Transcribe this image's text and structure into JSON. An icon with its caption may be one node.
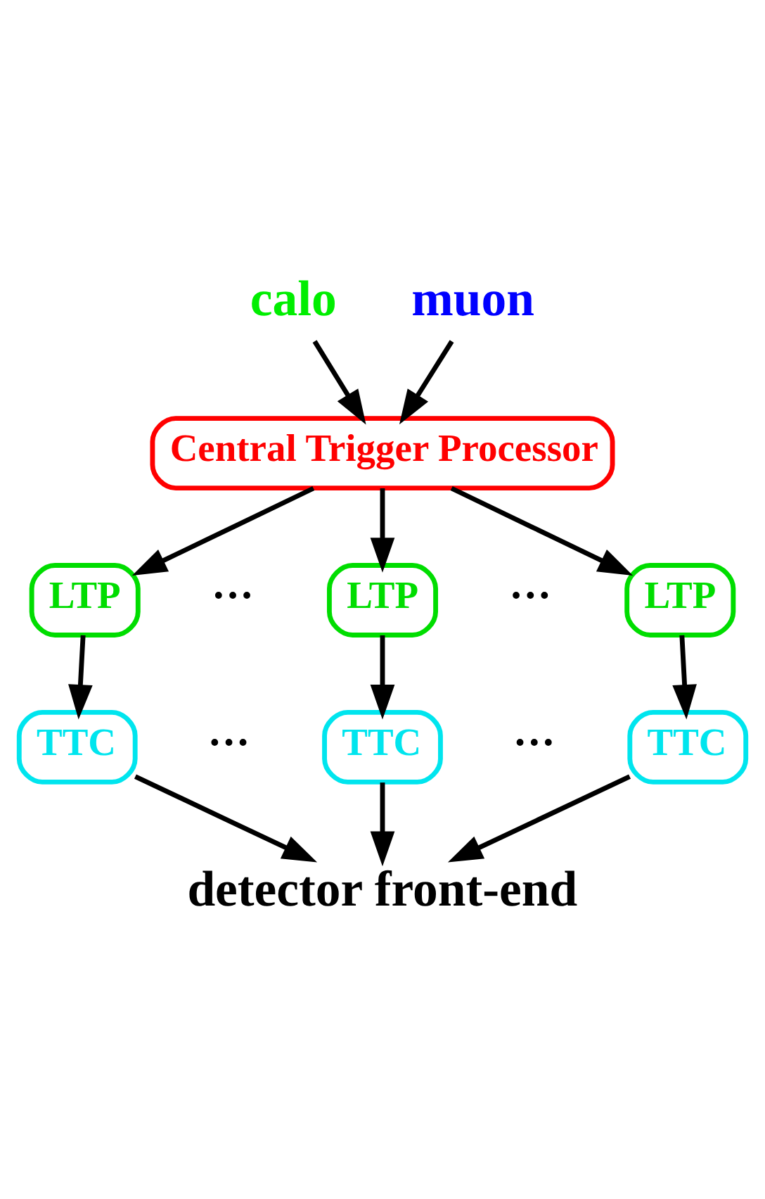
{
  "diagram": {
    "nodes": [
      {
        "text": [
          "calo"
        ]
      },
      {
        "text": [
          "muon"
        ]
      },
      {
        "text": [
          "Central Trigger Processor"
        ]
      },
      {
        "text": [
          "LTP"
        ]
      },
      {
        "text": [
          "LTP"
        ]
      },
      {
        "text": [
          "LTP"
        ]
      },
      {
        "text": [
          "TTC"
        ]
      },
      {
        "text": [
          "TTC"
        ]
      },
      {
        "text": [
          "TTC"
        ]
      },
      {
        "text": [
          "detector front-end"
        ]
      }
    ],
    "edges": [
      {
        "from": 0,
        "to": 2,
        "arrow": "to"
      },
      {
        "from": 1,
        "to": 2,
        "arrow": "to"
      },
      {
        "from": 2,
        "to": 3,
        "arrow": "to"
      },
      {
        "from": 2,
        "to": 4,
        "arrow": "to"
      },
      {
        "from": 2,
        "to": 5,
        "arrow": "to"
      },
      {
        "from": 3,
        "to": 6,
        "arrow": "to"
      },
      {
        "from": 4,
        "to": 7,
        "arrow": "to"
      },
      {
        "from": 5,
        "to": 8,
        "arrow": "to"
      },
      {
        "from": 6,
        "to": 9,
        "arrow": "to"
      },
      {
        "from": 7,
        "to": 9,
        "arrow": "to"
      },
      {
        "from": 8,
        "to": 9,
        "arrow": "to"
      }
    ],
    "labels": [
      "···",
      "···",
      "···",
      "···"
    ]
  }
}
